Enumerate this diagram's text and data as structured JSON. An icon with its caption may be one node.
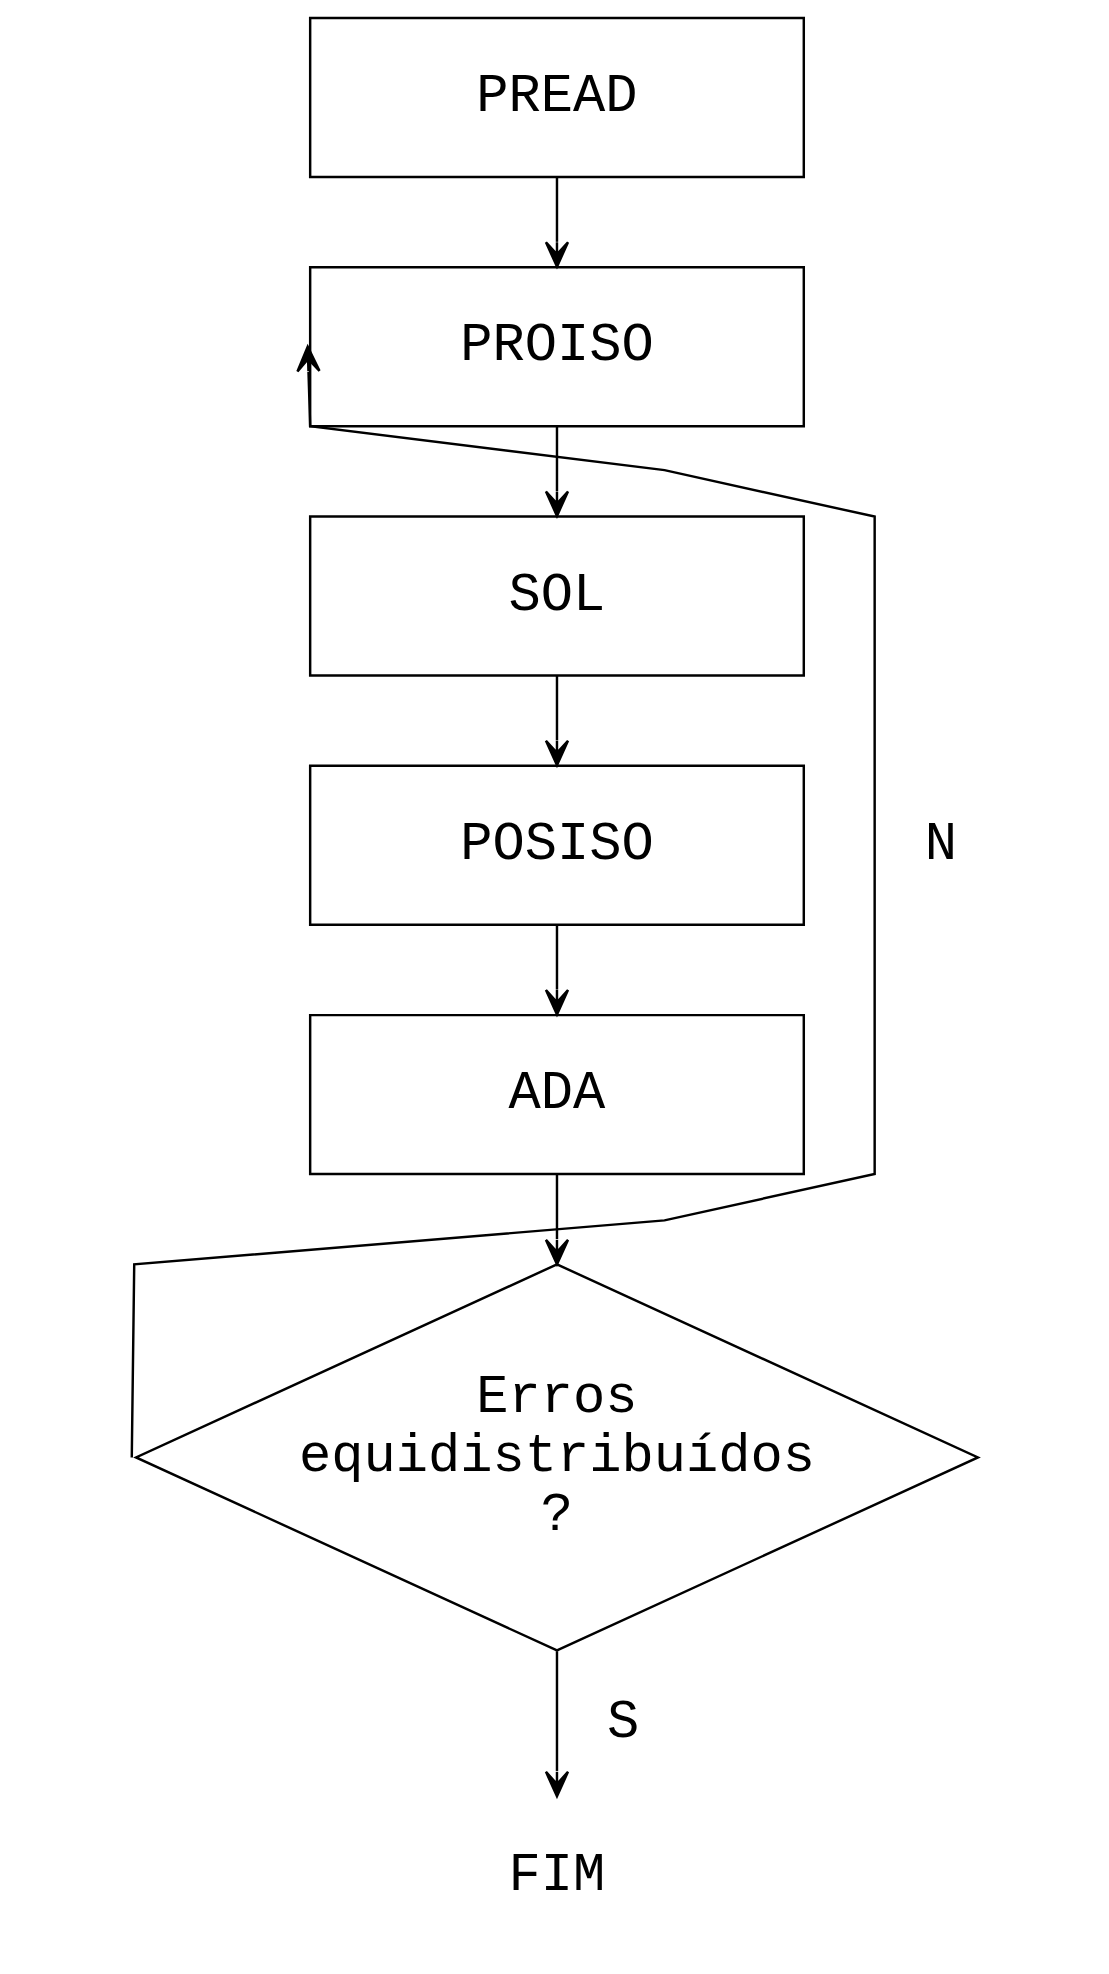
{
  "diagram": {
    "nodes": [
      {
        "text": [
          "PREAD"
        ]
      },
      {
        "text": [
          "PROISO"
        ]
      },
      {
        "text": [
          "SOL"
        ]
      },
      {
        "text": [
          "POSISO"
        ]
      },
      {
        "text": [
          "ADA"
        ]
      },
      {
        "text": [
          "Erros equidistribuídos ?"
        ]
      },
      {
        "text": [
          "FIM"
        ]
      }
    ],
    "edges": [
      {
        "from": 0,
        "to": 1,
        "arrow": "to"
      },
      {
        "from": 1,
        "to": 2,
        "arrow": "to"
      },
      {
        "from": 2,
        "to": 3,
        "arrow": "to"
      },
      {
        "from": 3,
        "to": 4,
        "arrow": "to"
      },
      {
        "from": 4,
        "to": 5,
        "arrow": "to"
      },
      {
        "from": 5,
        "to": 1,
        "label": "N",
        "arrow": "to"
      },
      {
        "from": 5,
        "to": 6,
        "label": "S",
        "arrow": "to"
      }
    ]
  }
}
